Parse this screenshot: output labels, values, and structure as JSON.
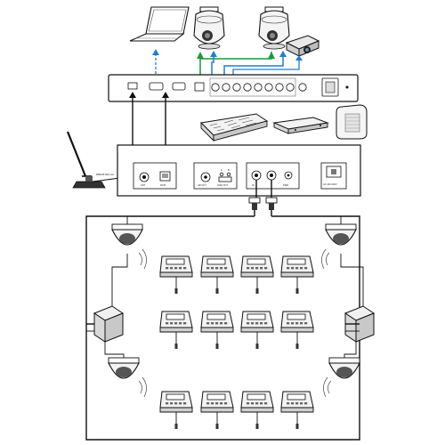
{
  "colors": {
    "green_link": "#1a9a3a",
    "blue_link": "#1f7fd0",
    "wire": "#111111",
    "background": "#ffffff"
  },
  "upper_unit": {
    "left_label": "",
    "port_labels": []
  },
  "lower_unit": {
    "antenna_caption": "868/915 MHz Ant",
    "ports": {
      "antenna": "ANT",
      "network": "RJ45",
      "input": "IN",
      "audio_out": "AR OUT",
      "line_out": "LINE OUT",
      "rs485_a": "A",
      "rs485_b": "B",
      "power_in": "PWR",
      "mains": "AC 100-240V"
    }
  },
  "icons": [
    "laptop-icon",
    "ptz-camera-icon",
    "projector-icon",
    "mixer-icon",
    "amplifier-icon",
    "speaker-icon",
    "antenna-icon",
    "dome-camera-icon",
    "junction-box-icon",
    "voting-unit-icon"
  ]
}
